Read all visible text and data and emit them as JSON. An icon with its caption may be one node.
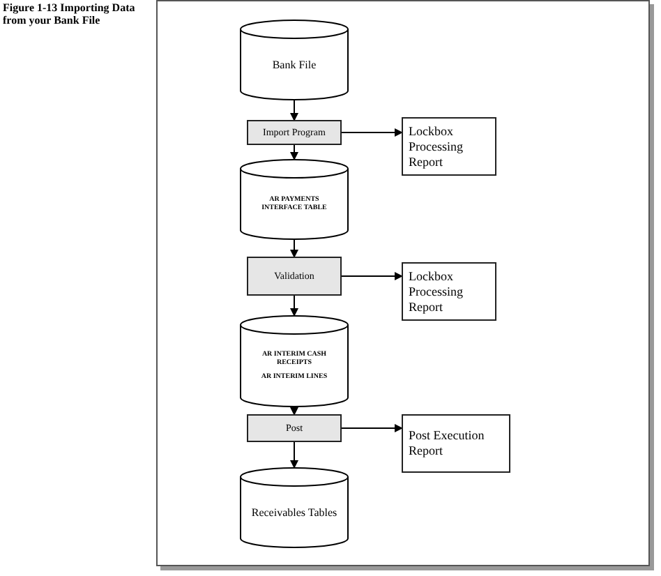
{
  "diagram": {
    "title": "Figure 1-13 Importing Data from your Bank File",
    "nodes": [
      {
        "text": [
          "Bank File"
        ]
      },
      {
        "text": [
          "Import Program"
        ]
      },
      {
        "text": [
          "Lockbox Processing Report"
        ]
      },
      {
        "text": [
          "AR PAYMENTS INTERFACE TABLE"
        ]
      },
      {
        "text": [
          "Validation"
        ]
      },
      {
        "text": [
          "Lockbox Processing Report"
        ]
      },
      {
        "text": [
          "AR INTERIM CASH RECEIPTS",
          "AR INTERIM LINES"
        ]
      },
      {
        "text": [
          "Post"
        ]
      },
      {
        "text": [
          "Post Execution Report"
        ]
      },
      {
        "text": [
          "Receivables Tables"
        ]
      }
    ],
    "edges": [
      {
        "from": 0,
        "to": 1,
        "arrow": "to"
      },
      {
        "from": 1,
        "to": 3,
        "arrow": "to"
      },
      {
        "from": 1,
        "to": 2,
        "arrow": "to"
      },
      {
        "from": 3,
        "to": 4,
        "arrow": "to"
      },
      {
        "from": 4,
        "to": 5,
        "arrow": "to"
      },
      {
        "from": 4,
        "to": 6,
        "arrow": "to"
      },
      {
        "from": 6,
        "to": 7,
        "arrow": "to"
      },
      {
        "from": 7,
        "to": 8,
        "arrow": "to"
      },
      {
        "from": 7,
        "to": 9,
        "arrow": "to"
      }
    ]
  }
}
